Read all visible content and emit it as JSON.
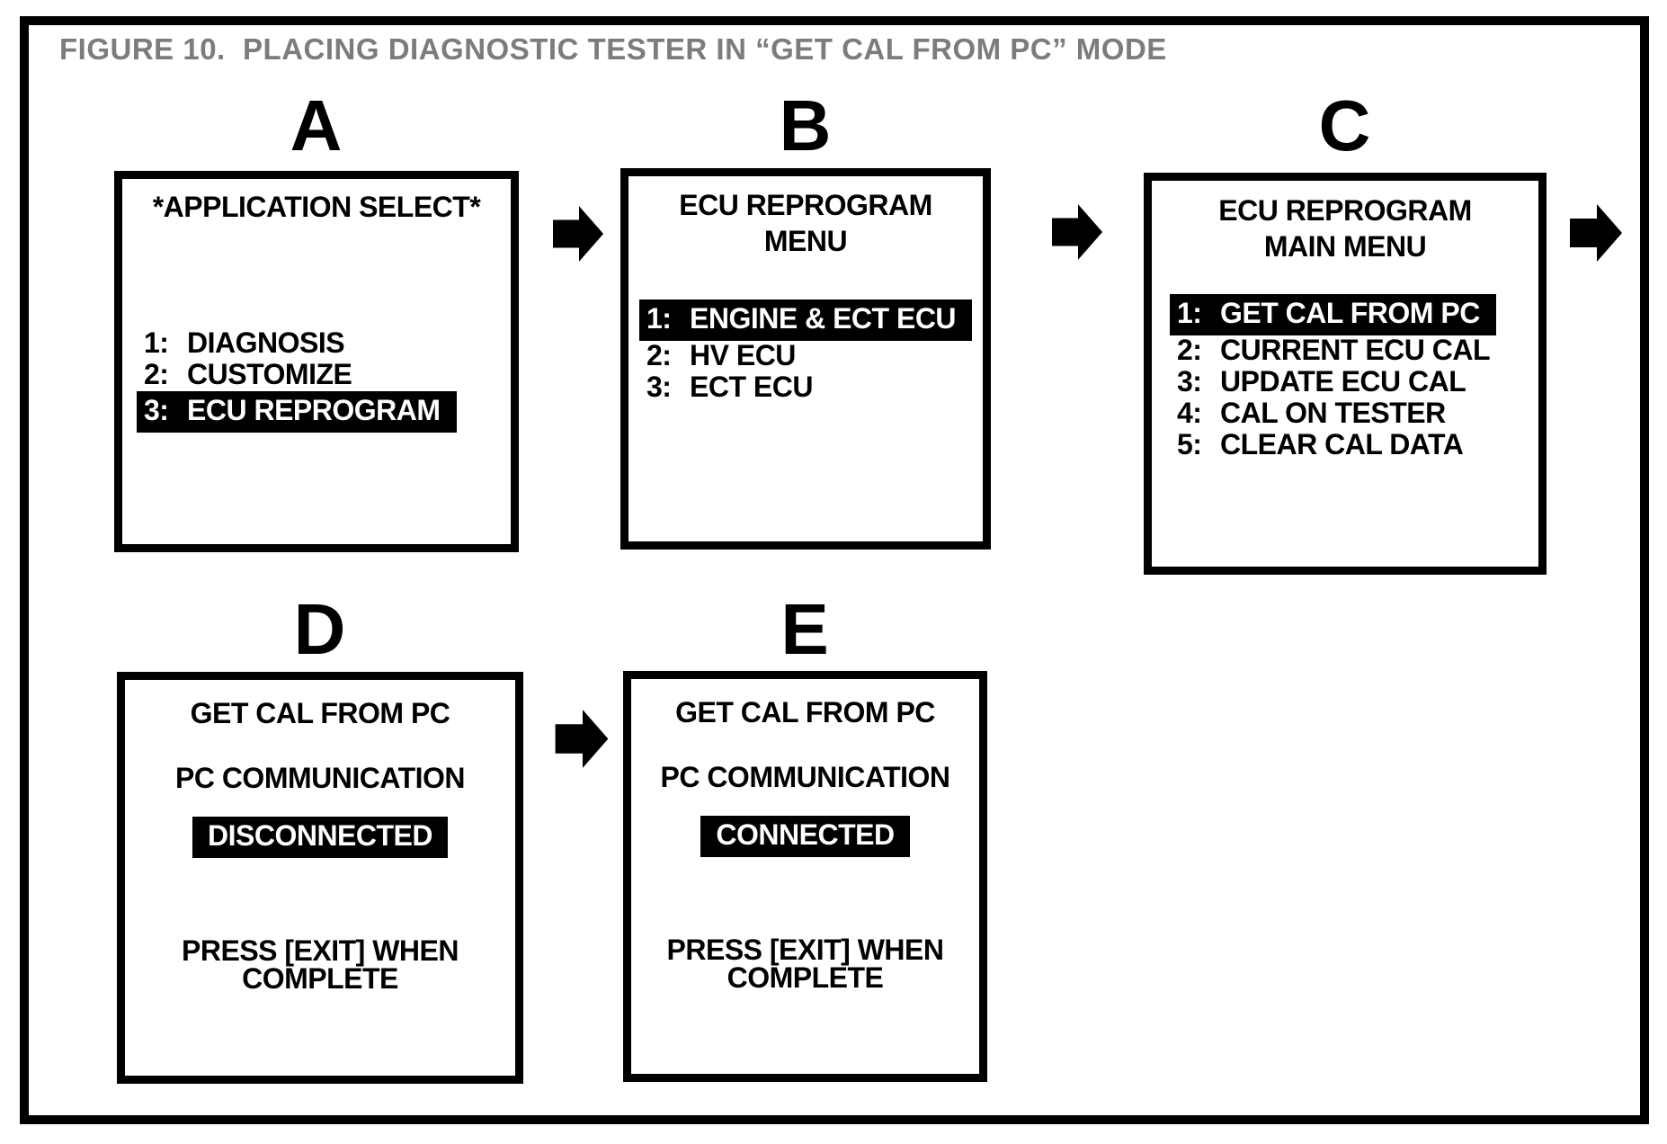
{
  "figure_title": "FIGURE 10.  PLACING DIAGNOSTIC TESTER IN “GET CAL FROM PC” MODE",
  "screens": {
    "a": {
      "label": "A",
      "title": "*APPLICATION SELECT*",
      "items": [
        {
          "num": "1:",
          "text": "DIAGNOSIS",
          "selected": false
        },
        {
          "num": "2:",
          "text": "CUSTOMIZE",
          "selected": false
        },
        {
          "num": "3:",
          "text": "ECU REPROGRAM",
          "selected": true
        }
      ]
    },
    "b": {
      "label": "B",
      "title_line1": "ECU REPROGRAM",
      "title_line2": "MENU",
      "items": [
        {
          "num": "1:",
          "text": "ENGINE & ECT ECU",
          "selected": true
        },
        {
          "num": "2:",
          "text": "HV ECU",
          "selected": false
        },
        {
          "num": "3:",
          "text": "ECT ECU",
          "selected": false
        }
      ]
    },
    "c": {
      "label": "C",
      "title_line1": "ECU REPROGRAM",
      "title_line2": "MAIN MENU",
      "items": [
        {
          "num": "1:",
          "text": "GET CAL FROM PC",
          "selected": true
        },
        {
          "num": "2:",
          "text": "CURRENT ECU CAL",
          "selected": false
        },
        {
          "num": "3:",
          "text": "UPDATE ECU CAL",
          "selected": false
        },
        {
          "num": "4:",
          "text": "CAL ON TESTER",
          "selected": false
        },
        {
          "num": "5:",
          "text": "CLEAR CAL DATA",
          "selected": false
        }
      ]
    },
    "d": {
      "label": "D",
      "line1": "GET CAL FROM PC",
      "line2": "PC COMMUNICATION",
      "status": "DISCONNECTED",
      "footer_line1": "PRESS [EXIT] WHEN",
      "footer_line2": "COMPLETE"
    },
    "e": {
      "label": "E",
      "line1": "GET CAL FROM PC",
      "line2": "PC COMMUNICATION",
      "status": "CONNECTED",
      "footer_line1": "PRESS [EXIT] WHEN",
      "footer_line2": "COMPLETE"
    }
  },
  "colors": {
    "highlight_bg": "#000000",
    "highlight_fg": "#ffffff",
    "figure_title_gray": "#7c7c7c"
  }
}
